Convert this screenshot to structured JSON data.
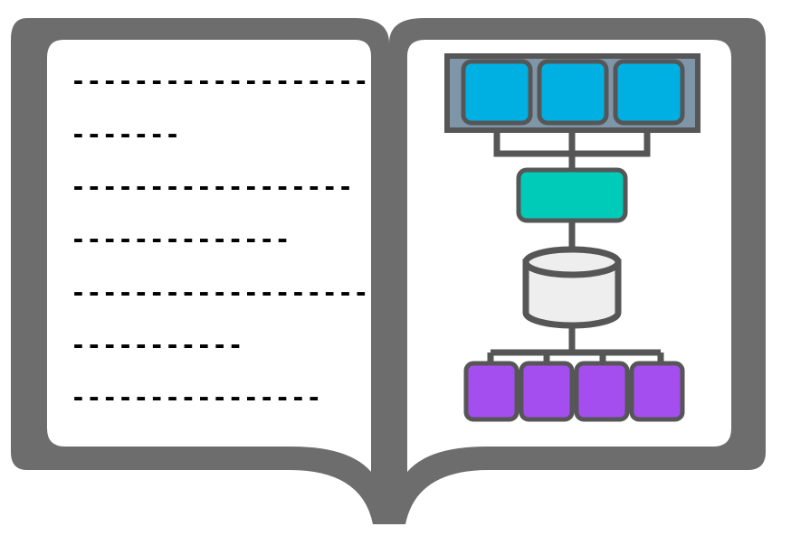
{
  "left_page": {
    "lines": [
      "-------------------",
      "-------",
      "------------------",
      "--------------",
      "-------------------",
      "-----------",
      "----------------"
    ]
  },
  "colors": {
    "book_cover": "#6d6d6d",
    "page": "#ffffff",
    "outline": "#565656",
    "top_row_blocks": "#00b0e3",
    "top_row_container": "#7f96a9",
    "middle_block": "#00cbb8",
    "database": "#eeeeee",
    "bottom_row_blocks": "#a54ef0",
    "text": "#000000"
  },
  "right_page": {
    "diagram": {
      "top_row": {
        "block_count": 3,
        "icon": "grouped-blue-blocks"
      },
      "middle": {
        "icon": "teal-block"
      },
      "store": {
        "icon": "database-cylinder-icon"
      },
      "bottom_row": {
        "block_count": 4,
        "icon": "purple-blocks"
      }
    }
  }
}
